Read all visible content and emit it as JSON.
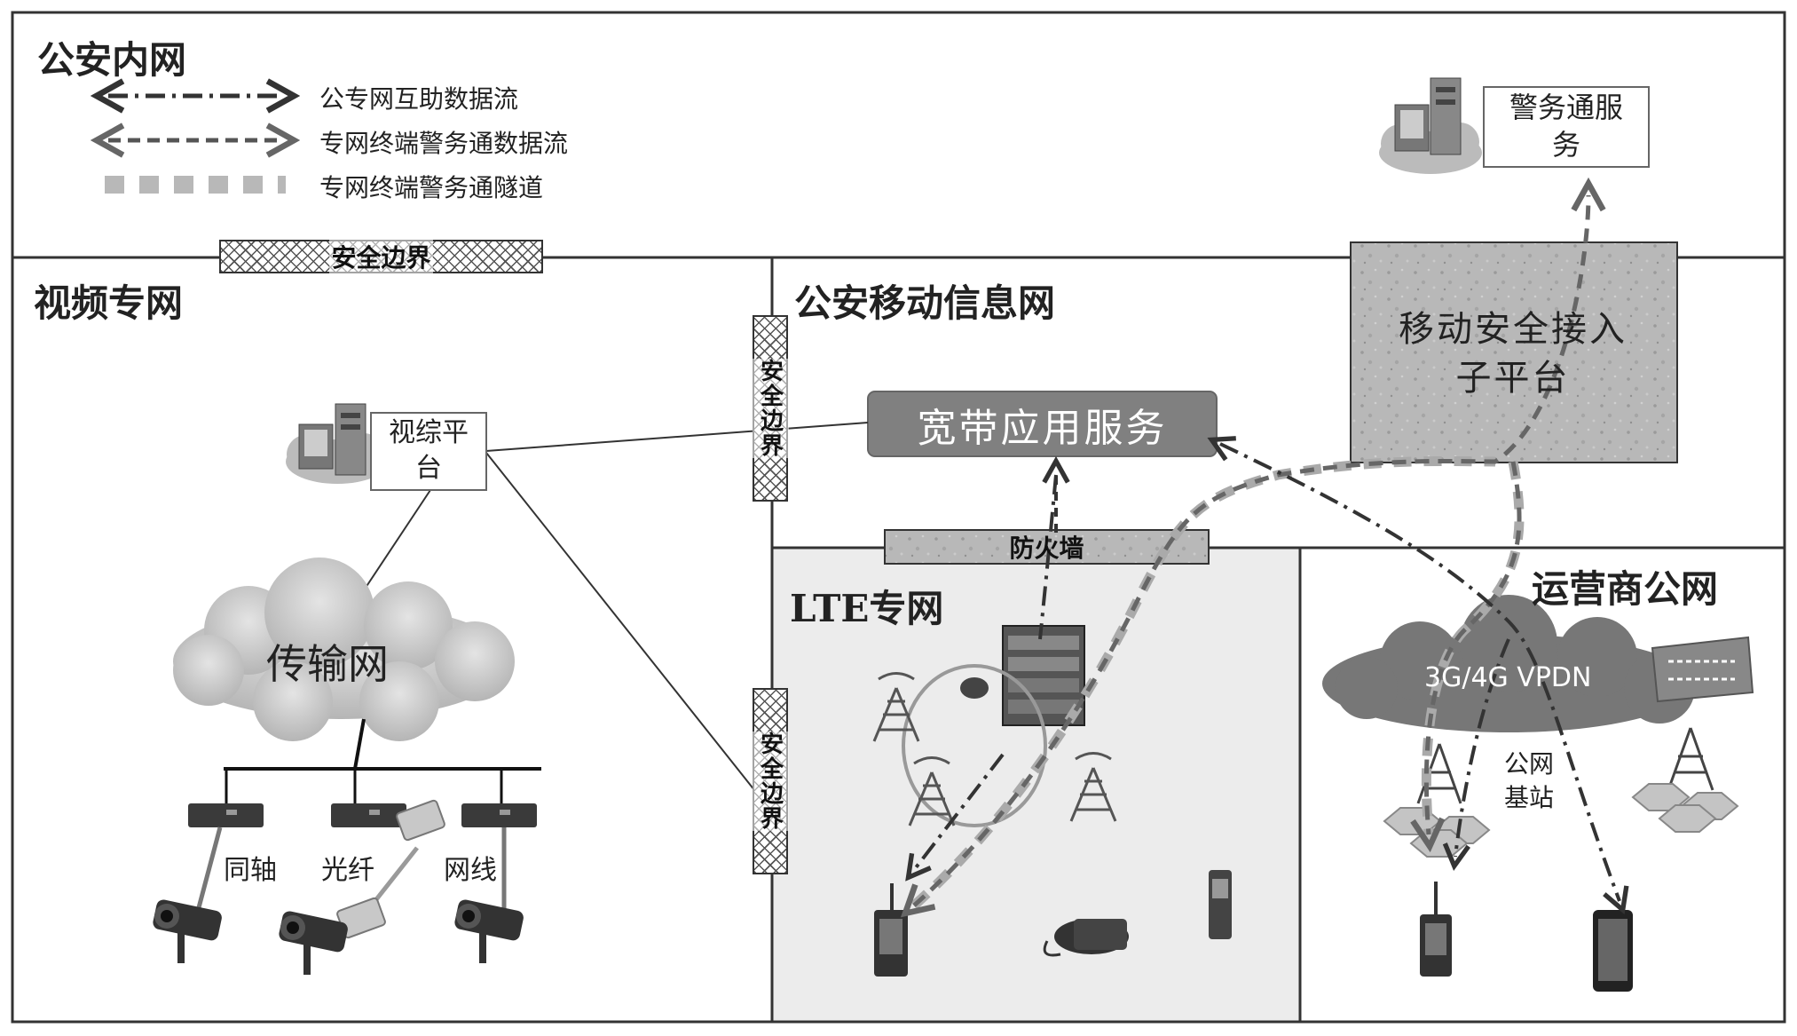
{
  "zones": {
    "police_intranet": "公安内网",
    "video_network": "视频专网",
    "mobile_info_network": "公安移动信息网",
    "lte_network": "LTE专网",
    "carrier_network": "运营商公网"
  },
  "legend": [
    {
      "label": "公专网互助数据流",
      "style": "dash-dot"
    },
    {
      "label": "专网终端警务通数据流",
      "style": "dashed"
    },
    {
      "label": "专网终端警务通隧道",
      "style": "tunnel"
    }
  ],
  "boundaries": {
    "horizontal": "安全边界",
    "vertical_top": "安全边界",
    "vertical_bottom": "安全边界",
    "firewall": "防火墙"
  },
  "nodes": {
    "police_app_service": "警务通服务",
    "mobile_access_platform": "移动安全接入子平台",
    "broadband_service": "宽带应用服务",
    "video_platform": "视综平台",
    "transport_network": "传输网",
    "vpdn": "3G/4G VPDN",
    "public_base_station": "公网基站"
  },
  "cable_types": [
    "同轴",
    "光纤",
    "网线"
  ],
  "colors": {
    "background": "#ffffff",
    "lte_fill": "#ececec",
    "node_dark": "#808080",
    "tunnel": "#aaaaaa",
    "line": "#444444"
  }
}
